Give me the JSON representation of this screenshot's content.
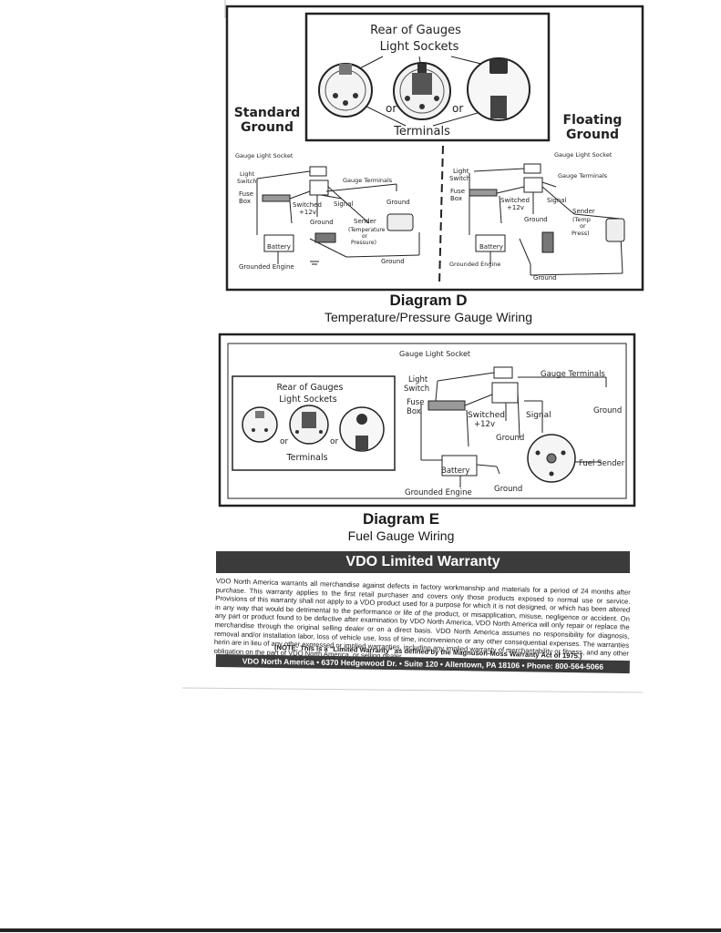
{
  "diagram_d": {
    "title": "Diagram D",
    "subtitle": "Temperature/Pressure Gauge Wiring",
    "rear_of_gauges": "Rear of Gauges",
    "light_sockets": "Light Sockets",
    "or1": "or",
    "or2": "or",
    "terminals": "Terminals",
    "standard_ground_1": "Standard",
    "standard_ground_2": "Ground",
    "floating_ground_1": "Floating",
    "floating_ground_2": "Ground",
    "left": {
      "gauge_light_socket": "Gauge Light Socket",
      "light_switch_1": "Light",
      "light_switch_2": "Switch",
      "fuse_box_1": "Fuse",
      "fuse_box_2": "Box",
      "switched_1": "Switched",
      "switched_2": "+12v",
      "gauge_terminals": "Gauge Terminals",
      "signal": "Signal",
      "ground_right": "Ground",
      "ground_mid": "Ground",
      "sender": "Sender",
      "sender_2": "(Temperature",
      "sender_3": "or",
      "sender_4": "Pressure)",
      "battery": "Battery",
      "grounded_engine": "Grounded Engine",
      "ground_bottom": "Ground"
    },
    "right": {
      "gauge_light_socket": "Gauge Light Socket",
      "light_switch_1": "Light",
      "light_switch_2": "Switch",
      "fuse_box_1": "Fuse",
      "fuse_box_2": "Box",
      "switched_1": "Switched",
      "switched_2": "+12v",
      "gauge_terminals": "Gauge Terminals",
      "signal": "Signal",
      "ground_mid": "Ground",
      "sender": "Sender",
      "sender_2": "(Temp",
      "sender_3": "or",
      "sender_4": "Press)",
      "battery": "Battery",
      "grounded_engine": "Grounded Engine",
      "ground_bottom": "Ground"
    }
  },
  "diagram_e": {
    "title": "Diagram E",
    "subtitle": "Fuel Gauge Wiring",
    "rear_of_gauges": "Rear of Gauges",
    "light_sockets": "Light Sockets",
    "or1": "or",
    "or2": "or",
    "terminals": "Terminals",
    "gauge_light_socket": "Gauge Light Socket",
    "light_switch_1": "Light",
    "light_switch_2": "Switch",
    "fuse_box_1": "Fuse",
    "fuse_box_2": "Box",
    "switched_1": "Switched",
    "switched_2": "+12v",
    "gauge_terminals": "Gauge Terminals",
    "signal": "Signal",
    "ground_right": "Ground",
    "ground_mid": "Ground",
    "fuel_sender": "Fuel Sender",
    "battery": "Battery",
    "grounded_engine": "Grounded Engine",
    "ground_bottom": "Ground"
  },
  "warranty": {
    "heading": "VDO Limited Warranty",
    "body": "VDO North America warrants all merchandise against defects in factory workmanship and materials for a period of 24 months after purchase. This warranty applies to the first retail purchaser and covers only those products exposed to normal use or service. Provisions of this warranty shall not apply to a VDO product used for a purpose for which it is not designed, or which has been altered in any way that would be detrimental to the performance or life of the product, or misapplication, misuse, negligence or accident. On any part or product found to be defective after examination by VDO North America, VDO North America will only repair or replace the merchandise through the original selling dealer or on a direct basis. VDO North America assumes no responsibility for diagnosis, removal and/or installation labor, loss of vehicle use, loss of time, inconvenience or any other consequential expenses. The warranties herin are in lieu of any other expressed or implied warranties, including any implied warranty of merchantability or fitness, and any other obligation on the part of VDO North America, or selling dealer.",
    "note": "(NOTE: This is a \"Limited Warranty\" as defined by the Magnuson-Moss Warranty Act of 1975.)",
    "contact": "VDO North America • 6370 Hedgewood Dr. • Suite 120 • Allentown, PA 18106 • Phone: 800-564-5066"
  }
}
